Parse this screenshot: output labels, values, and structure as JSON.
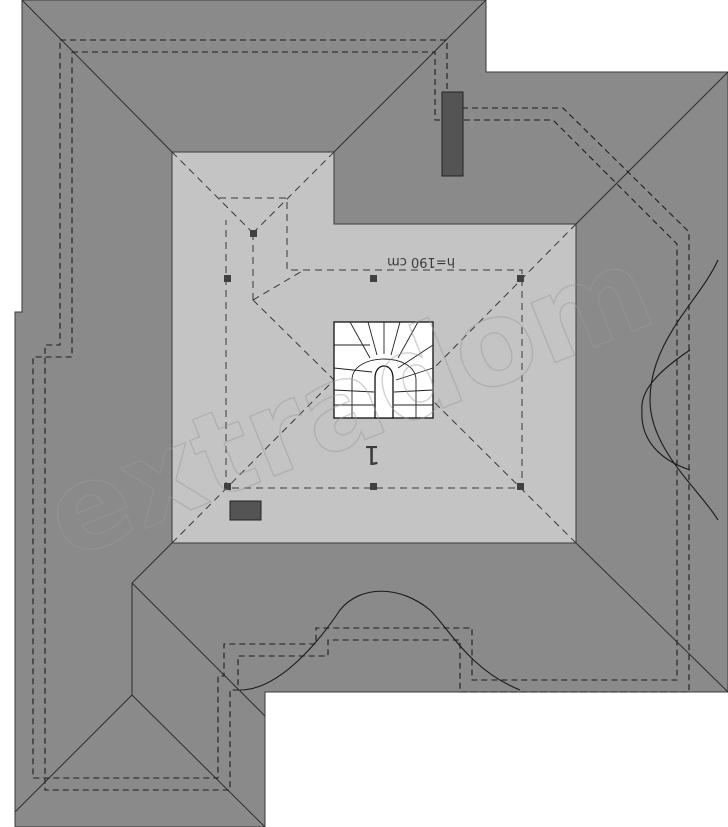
{
  "plan": {
    "height_note": "h=190 cm",
    "room_number": "1",
    "watermark": "extradom"
  },
  "colors": {
    "roof": "#8a8a8a",
    "attic_floor": "#c4c4c4",
    "chimney": "#545454",
    "stair_background": "#ffffff",
    "lines": "#1e1e1e"
  },
  "icons": {
    "staircase": "staircase-icon",
    "chimney": "chimney-icon",
    "post": "post-icon"
  }
}
